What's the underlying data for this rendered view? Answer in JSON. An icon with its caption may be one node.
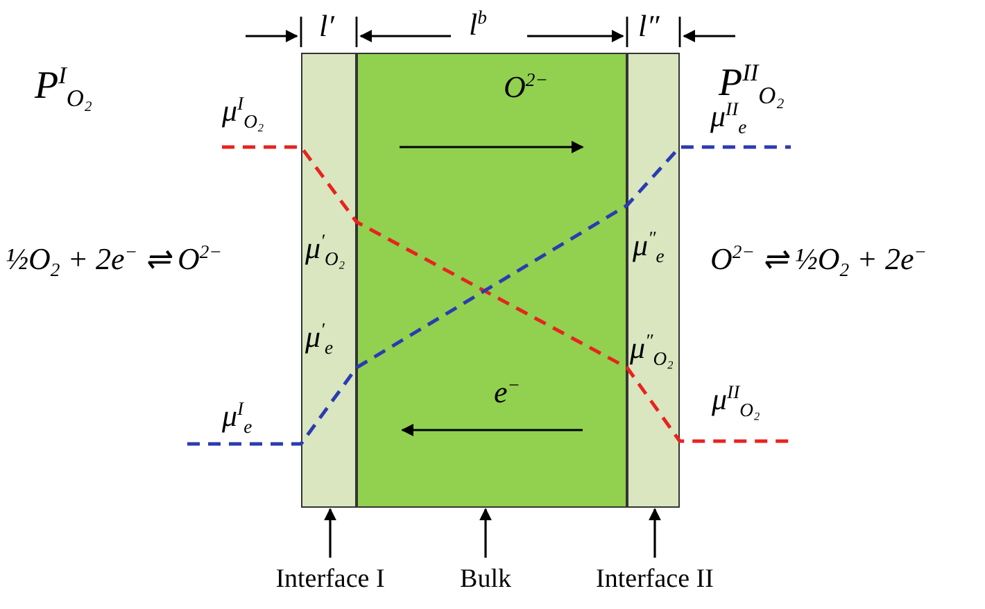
{
  "diagram": {
    "nodes": [
      {
        "text": [
          "μ$^{′}$$_{O₂}$",
          "μ$^{′}$$_{e}$"
        ]
      },
      {
        "text": [
          "O$^{2−}$",
          "e$^{−}$"
        ]
      },
      {
        "text": [
          "μ$^{″}$$_{e}$",
          "μ$^{″}$$_{O₂}$"
        ]
      },
      {
        "text": [
          "Interface I"
        ]
      },
      {
        "text": [
          "Bulk"
        ]
      },
      {
        "text": [
          "Interface II"
        ]
      }
    ],
    "edges": [
      {
        "from": 3,
        "to": 0,
        "arrow": "to"
      },
      {
        "from": 4,
        "to": 1,
        "arrow": "to"
      },
      {
        "from": 5,
        "to": 2,
        "arrow": "to"
      }
    ],
    "labels": [
      "l′",
      "l$^{b}$",
      "l″",
      "P$^{I}$$_{O₂}$",
      "P$^{II}$$_{O₂}$",
      "μ$^{I}$$_{O₂}$",
      "μ$^{II}$$_{e}$",
      "½O$_{2}$ + 2e$^{−}$ ⇌ O$^{2−}$",
      "O$^{2−}$ ⇌ ½O$_{2}$ + 2e$^{−}$",
      "μ$^{I}$$_{e}$",
      "μ$^{II}$$_{O₂}$"
    ]
  }
}
